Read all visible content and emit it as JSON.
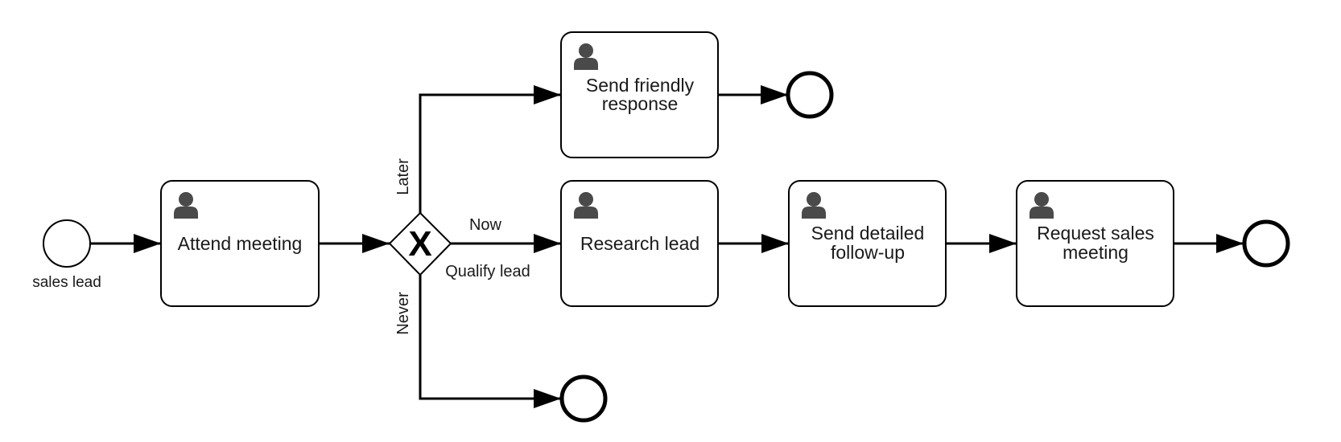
{
  "diagram": {
    "colors": {
      "stroke": "#000000",
      "fill": "#ffffff",
      "text": "#1a1a1a",
      "user_icon": "#4a4a4a"
    },
    "start_event": {
      "label": "sales lead"
    },
    "gateway": {
      "label": "Qualify lead",
      "marker": "X"
    },
    "tasks": {
      "attend_meeting": {
        "lines": [
          "Attend meeting"
        ],
        "icon": "user-icon"
      },
      "send_friendly_response": {
        "lines": [
          "Send friendly",
          "response"
        ],
        "icon": "user-icon"
      },
      "research_lead": {
        "lines": [
          "Research lead"
        ],
        "icon": "user-icon"
      },
      "send_detailed_followup": {
        "lines": [
          "Send detailed",
          "follow-up"
        ],
        "icon": "user-icon"
      },
      "request_sales_meeting": {
        "lines": [
          "Request sales",
          "meeting"
        ],
        "icon": "user-icon"
      }
    },
    "flows": {
      "later": "Later",
      "now": "Now",
      "never": "Never"
    }
  }
}
